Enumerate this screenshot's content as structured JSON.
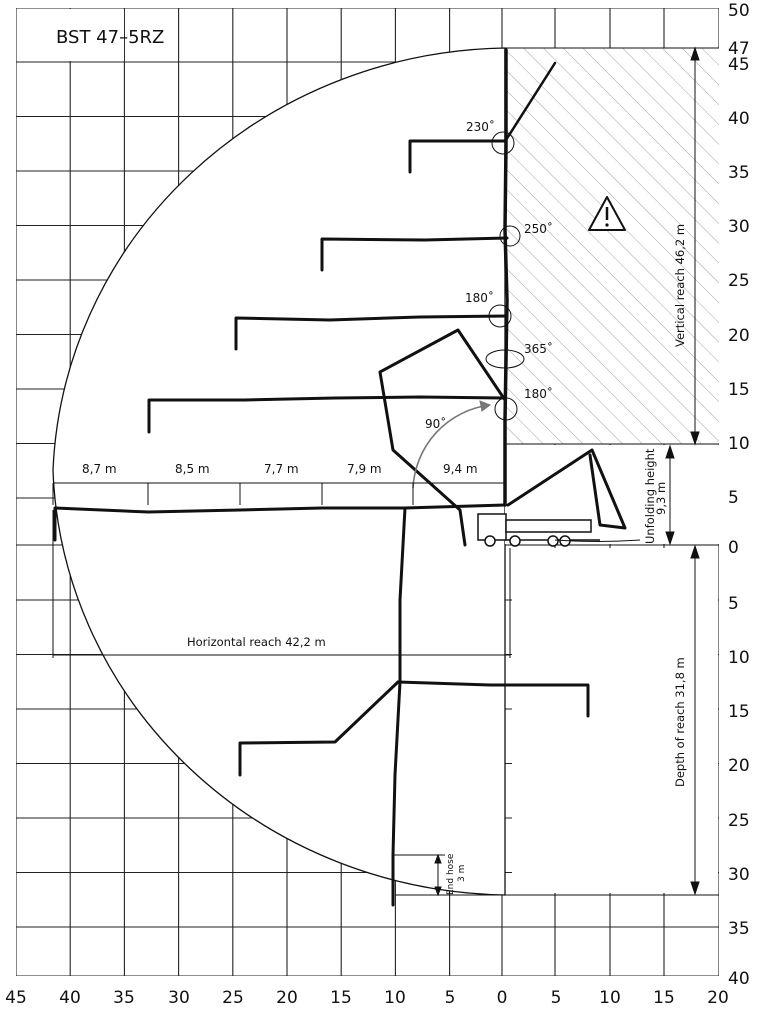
{
  "model": "BST 47–5RZ",
  "x_ticks": [
    "45",
    "40",
    "35",
    "30",
    "25",
    "20",
    "15",
    "10",
    "5",
    "0",
    "5",
    "10",
    "15",
    "20"
  ],
  "y_ticks_upper": [
    "50",
    "45",
    "40",
    "35",
    "30",
    "25",
    "20",
    "15",
    "10",
    "5",
    "0"
  ],
  "y_ticks_lower": [
    "5",
    "10",
    "15",
    "20",
    "25",
    "30",
    "35",
    "40"
  ],
  "marker_47": "47",
  "segments": [
    "8,7  m",
    "8,5  m",
    "7,7  m",
    "7,9  m",
    "9,4  m"
  ],
  "angles": {
    "a230": "230˚",
    "a250": "250˚",
    "a180_top": "180˚",
    "a365": "365˚",
    "a180_bottom": "180˚",
    "a90": "90˚"
  },
  "labels": {
    "horizontal_reach": "Horizontal  reach  42,2  m",
    "vertical_reach": "Vertical  reach  46,2  m",
    "unfolding_height_1": "Unfolding  height",
    "unfolding_height_2": "9,3  m",
    "depth_reach": "Depth  of  reach  31,8  m",
    "end_hose_1": "End  hose",
    "end_hose_2": "3  m"
  },
  "warning_icon": "warning-triangle-icon"
}
